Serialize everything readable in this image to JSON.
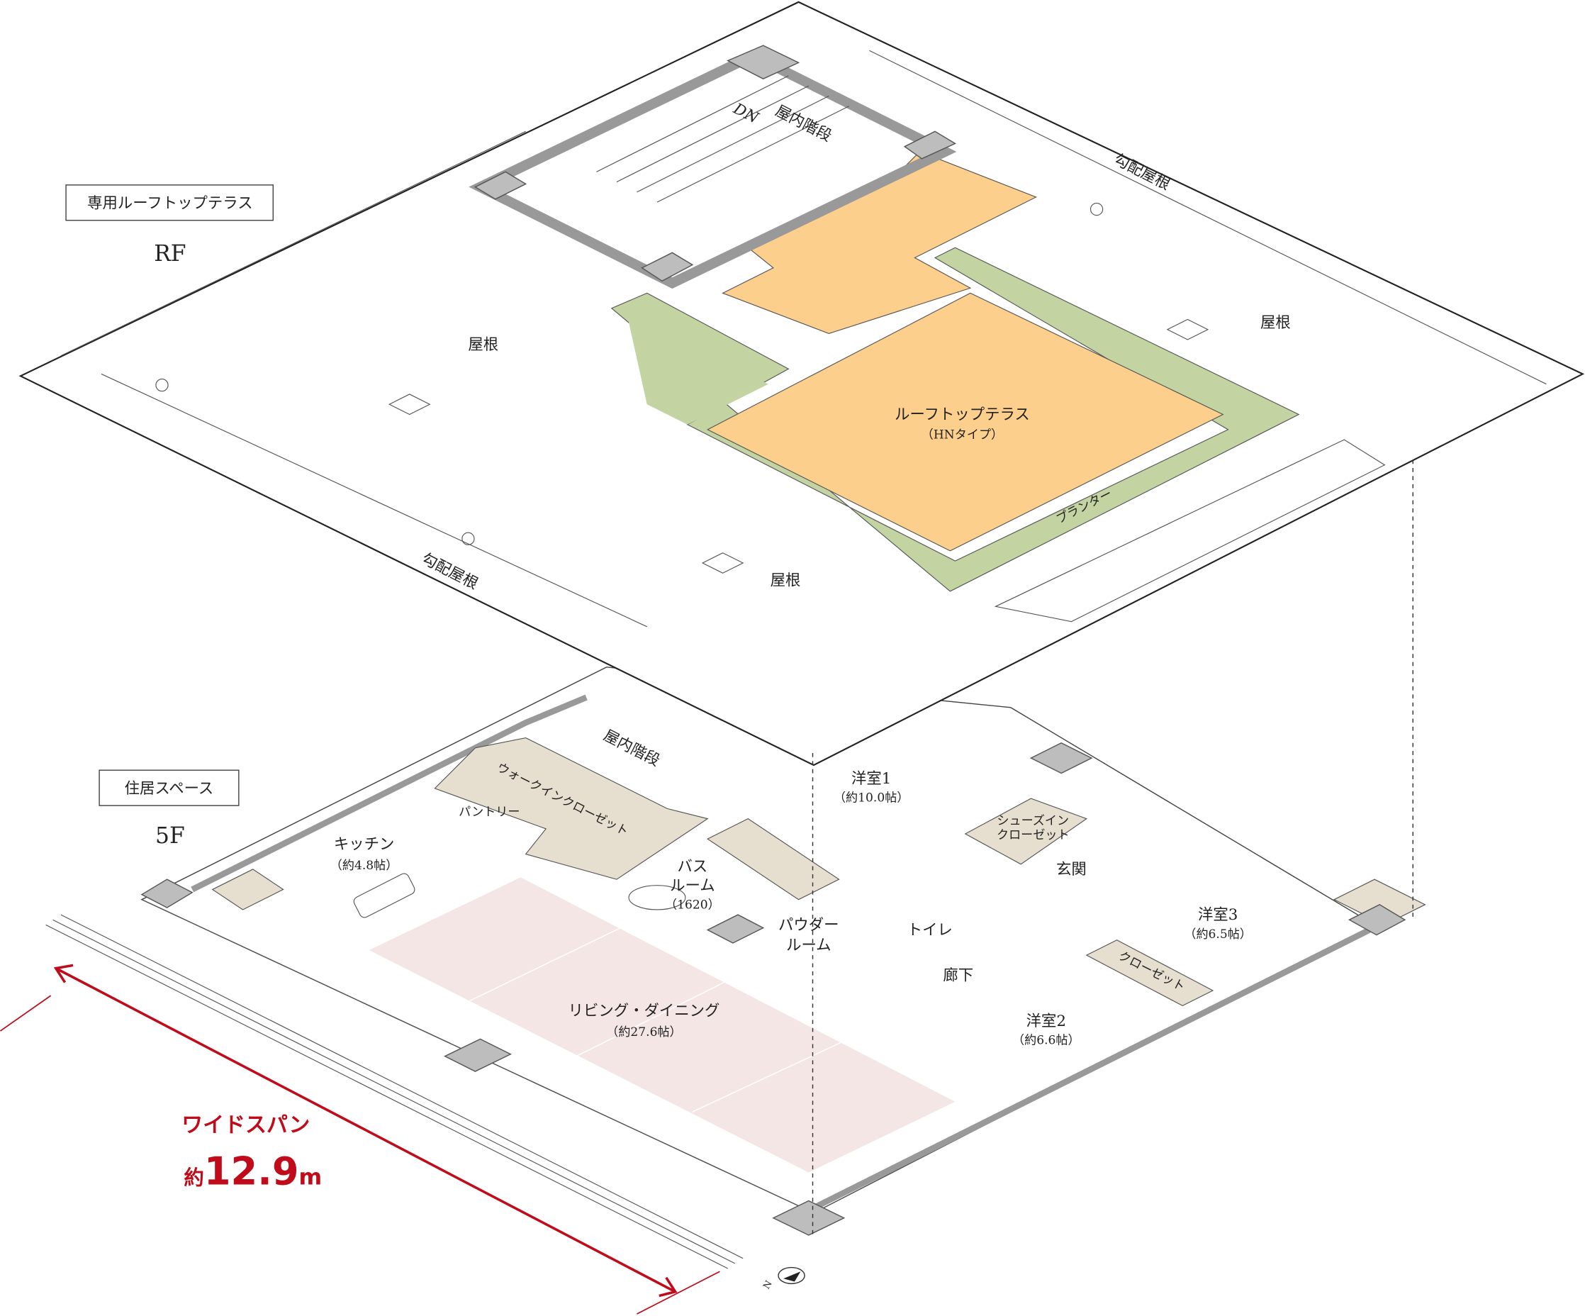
{
  "colors": {
    "terrace": "#fdcf8c",
    "planter": "#c3d4a2",
    "living": "#f5e6e6",
    "storage": "#e6dfcf",
    "wall": "#bdbdbd",
    "accent": "#c00c1a"
  },
  "rf": {
    "section_label": "専用ルーフトップテラス",
    "floor": "RF",
    "stairs": "屋内階段",
    "dn": "DN",
    "sloped_roof_top": "勾配屋根",
    "sloped_roof_bottom": "勾配屋根",
    "roof_left": "屋根",
    "roof_right": "屋根",
    "roof_bottom": "屋根",
    "terrace": "ルーフトップテラス",
    "terrace_type": "（HNタイプ）",
    "planter": "プランター"
  },
  "f5": {
    "section_label": "住居スペース",
    "floor": "5F",
    "stairs": "屋内階段",
    "walk_in_closet": "ウォークインクローゼット",
    "pantry": "パントリー",
    "kitchen": "キッチン",
    "kitchen_size": "（約4.8帖）",
    "bath_1": "バス",
    "bath_2": "ルーム",
    "bath_size": "（1620）",
    "powder_1": "パウダー",
    "powder_2": "ルーム",
    "toilet": "トイレ",
    "hallway": "廊下",
    "living": "リビング・ダイニング",
    "living_size": "（約27.6帖）",
    "room1": "洋室1",
    "room1_size": "（約10.0帖）",
    "shoes_1": "シューズイン",
    "shoes_2": "クローゼット",
    "entrance": "玄関",
    "room3": "洋室3",
    "room3_size": "（約6.5帖）",
    "closet": "クローゼット",
    "room2": "洋室2",
    "room2_size": "（約6.6帖）"
  },
  "span": {
    "label": "ワイドスパン",
    "prefix": "約",
    "value": "12.9",
    "unit": "m"
  },
  "compass": {
    "north": "N"
  }
}
